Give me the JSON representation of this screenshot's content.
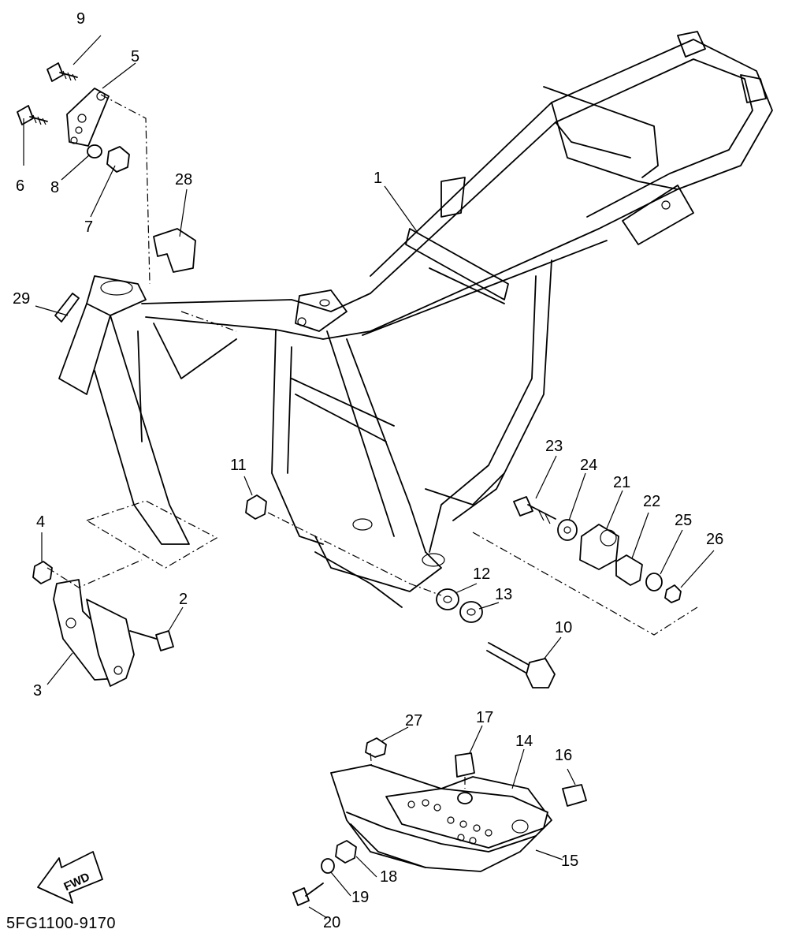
{
  "diagram": {
    "drawing_code": "5FG1100-9170",
    "fwd_label": "FWD",
    "part_numbers": {
      "p1": "1",
      "p2": "2",
      "p3": "3",
      "p4": "4",
      "p5": "5",
      "p6": "6",
      "p7": "7",
      "p8": "8",
      "p9": "9",
      "p10": "10",
      "p11": "11",
      "p12": "12",
      "p13": "13",
      "p14": "14",
      "p15": "15",
      "p16": "16",
      "p17": "17",
      "p18": "18",
      "p19": "19",
      "p20": "20",
      "p21": "21",
      "p22": "22",
      "p23": "23",
      "p24": "24",
      "p25": "25",
      "p26": "26",
      "p27": "27",
      "p28": "28",
      "p29": "29"
    }
  }
}
